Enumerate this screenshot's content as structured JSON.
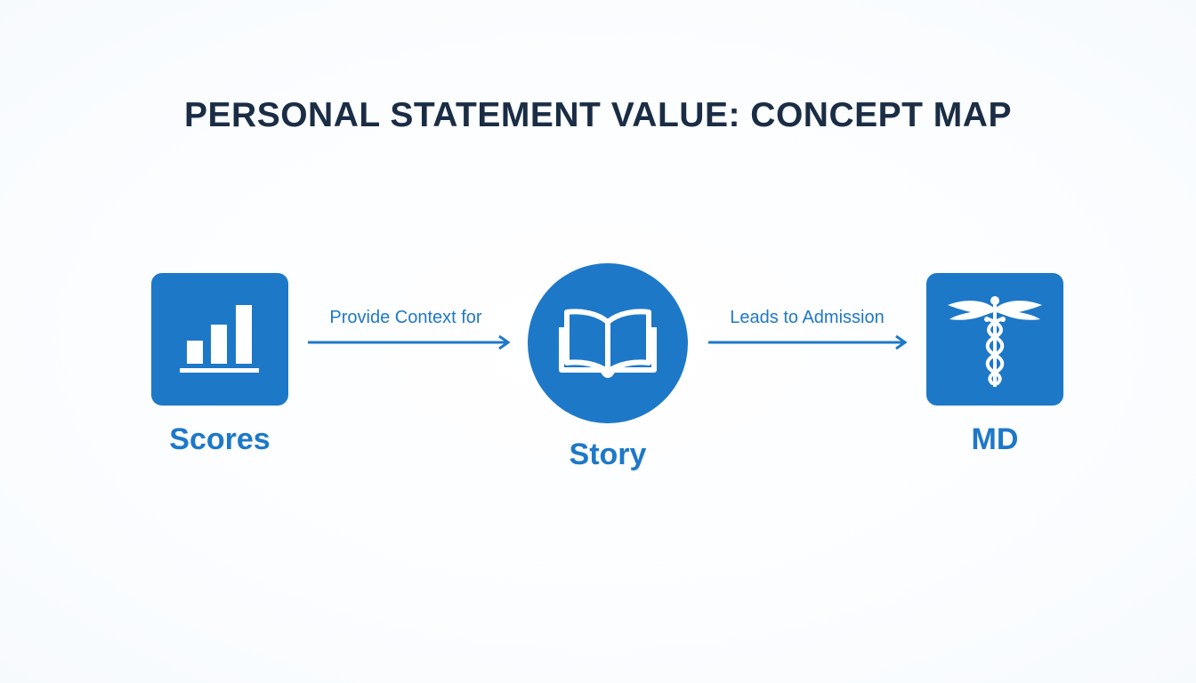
{
  "diagram": {
    "title": "PERSONAL STATEMENT VALUE: CONCEPT MAP",
    "nodes": [
      {
        "label": "Scores",
        "icon": "bar-chart-icon"
      },
      {
        "label": "Story",
        "icon": "open-book-icon"
      },
      {
        "label": "MD",
        "icon": "caduceus-icon"
      }
    ],
    "edges": [
      {
        "label": "Provide Context for"
      },
      {
        "label": "Leads to Admission"
      }
    ],
    "colors": {
      "accent": "#1e78c8",
      "title": "#1b2d45",
      "background": "#ffffff"
    }
  }
}
